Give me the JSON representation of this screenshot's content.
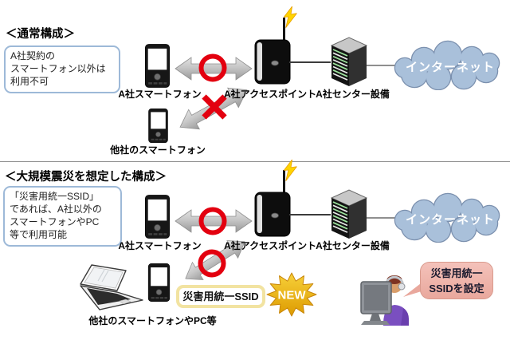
{
  "colors": {
    "mark_red": "#e3000f",
    "cloud_fill": "#a9c0da",
    "cloud_stroke": "#7b90ae",
    "note_border": "#9db9d8",
    "ssid_badge_border": "#f2e3a1",
    "new_star_gold": "#de9b00",
    "bubble_pink": "#eaa99f",
    "lightning_yellow": "#ffd400"
  },
  "normal": {
    "heading": "＜通常構成＞",
    "note_lines": [
      "A社契約の",
      "スマートフォン以外は",
      "利用不可"
    ],
    "phone_a_label": "A社スマートフォン",
    "phone_other_label": "他社のスマートフォン",
    "ap_label": "A社アクセスポイント",
    "center_label": "A社センター設備",
    "internet_label": "インターネット"
  },
  "disaster": {
    "heading": "＜大規模震災を想定した構成＞",
    "note_lines": [
      "「災害用統一SSID」",
      "であれば、A社以外の",
      "スマートフォンやPC",
      "等で利用可能"
    ],
    "phone_a_label": "A社スマートフォン",
    "devices_other_label": "他社のスマートフォンやPC等",
    "ap_label": "A社アクセスポイント",
    "center_label": "A社センター設備",
    "internet_label": "インターネット",
    "ssid_badge": "災害用統一SSID",
    "new_badge": "NEW",
    "bubble_lines": [
      "災害用統一",
      "SSIDを設定"
    ]
  }
}
